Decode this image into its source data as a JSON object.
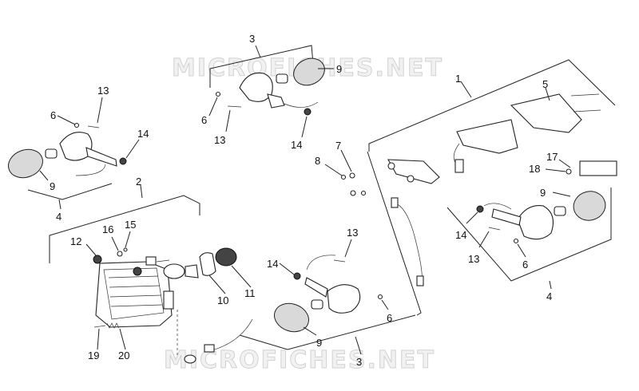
{
  "watermark": {
    "top": "MICROFICHES.NET",
    "bottom": "MICROFICHES.NET"
  },
  "callouts": {
    "c1": "1",
    "c2": "2",
    "c3a": "3",
    "c3b": "3",
    "c4a": "4",
    "c4b": "4",
    "c5": "5",
    "c6a": "6",
    "c6b": "6",
    "c6c": "6",
    "c6d": "6",
    "c7": "7",
    "c8": "8",
    "c9a": "9",
    "c9b": "9",
    "c9c": "9",
    "c9d": "9",
    "c10": "10",
    "c11": "11",
    "c12": "12",
    "c13a": "13",
    "c13b": "13",
    "c13c": "13",
    "c13d": "13",
    "c14a": "14",
    "c14b": "14",
    "c14c": "14",
    "c14d": "14",
    "c15": "15",
    "c16": "16",
    "c17": "17",
    "c18": "18",
    "c19": "19",
    "c20": "20"
  }
}
